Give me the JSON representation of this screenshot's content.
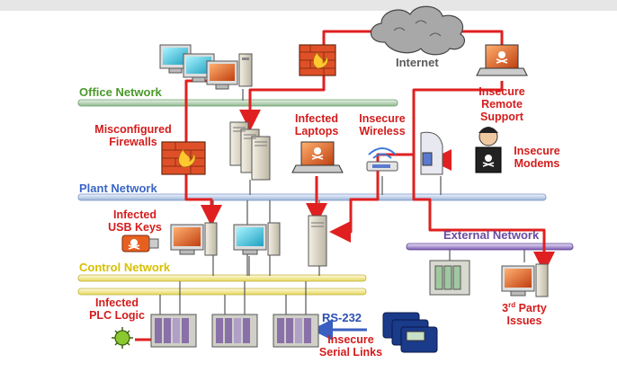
{
  "networks": {
    "office": "Office Network",
    "plant": "Plant Network",
    "control": "Control Network",
    "external": "External Network",
    "internet": "Internet"
  },
  "threats": {
    "misconfigured_firewalls": [
      "Misconfigured",
      "Firewalls"
    ],
    "infected_laptops": [
      "Infected",
      "Laptops"
    ],
    "insecure_wireless": [
      "Insecure",
      "Wireless"
    ],
    "insecure_remote_support": [
      "Insecure",
      "Remote",
      "Support"
    ],
    "insecure_modems": [
      "Insecure",
      "Modems"
    ],
    "infected_usb_keys": [
      "Infected",
      "USB Keys"
    ],
    "infected_plc_logic": [
      "Infected",
      "PLC Logic"
    ],
    "insecure_serial_links": [
      "Insecure",
      "Serial Links"
    ],
    "third_party": {
      "sup_base": "3",
      "sup": "rd",
      "rest": " Party",
      "line2": "Issues"
    }
  },
  "rs232": "RS-232",
  "colors": {
    "threat": "#e02020",
    "office": "#4a9a2a",
    "plant": "#3a66c8",
    "control": "#d8c000",
    "external": "#6a4aa0"
  }
}
